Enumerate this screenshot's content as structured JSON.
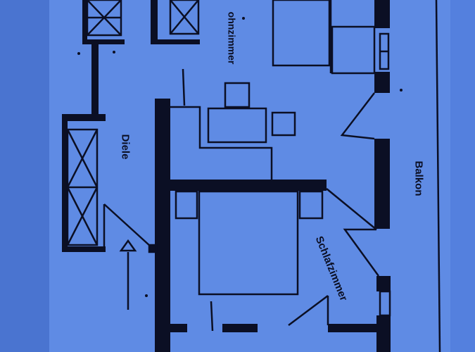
{
  "image": {
    "background": "#5f8be4",
    "paper_edge": "#4a74d0",
    "ink": "#0b0f24"
  },
  "labels": {
    "wohnzimmer": "ohnzimmer",
    "diele": "Diele",
    "balkon": "Balkon",
    "schlafzimmer": "Schlafzimmer"
  },
  "icons": {
    "entrance": "arrow-up-icon",
    "closet": "cross-hatched-closet-icon",
    "table": "table-icon",
    "bed": "bed-icon"
  }
}
